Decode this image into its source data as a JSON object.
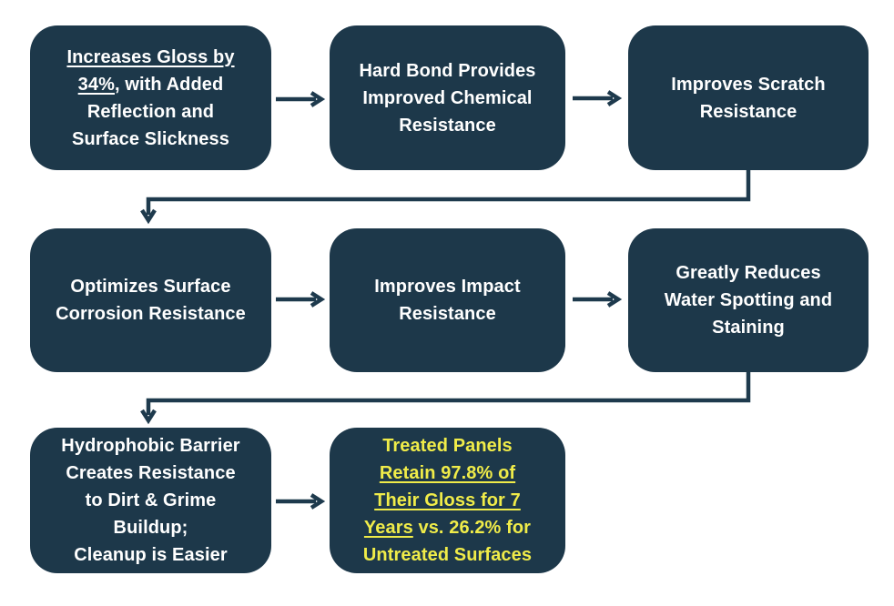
{
  "diagram": {
    "type": "flowchart",
    "colors": {
      "box_background": "#1d384a",
      "connector": "#1e3a4d",
      "text_white": "#ffffff",
      "text_yellow": "#f0ec49"
    },
    "boxes": [
      {
        "id": "increases-gloss",
        "lines": [
          [
            {
              "t": "Increases Gloss by",
              "u": true
            }
          ],
          [
            {
              "t": "34%",
              "u": true
            },
            {
              "t": ", with Added"
            }
          ],
          [
            {
              "t": "Reflection and"
            }
          ],
          [
            {
              "t": "Surface Slickness"
            }
          ]
        ]
      },
      {
        "id": "hard-bond",
        "lines": [
          [
            {
              "t": "Hard Bond Provides"
            }
          ],
          [
            {
              "t": "Improved Chemical"
            }
          ],
          [
            {
              "t": "Resistance"
            }
          ]
        ]
      },
      {
        "id": "scratch-resistance",
        "lines": [
          [
            {
              "t": "Improves Scratch"
            }
          ],
          [
            {
              "t": "Resistance"
            }
          ]
        ]
      },
      {
        "id": "corrosion-resistance",
        "lines": [
          [
            {
              "t": "Optimizes Surface"
            }
          ],
          [
            {
              "t": "Corrosion Resistance"
            }
          ]
        ]
      },
      {
        "id": "impact-resistance",
        "lines": [
          [
            {
              "t": "Improves Impact"
            }
          ],
          [
            {
              "t": "Resistance"
            }
          ]
        ]
      },
      {
        "id": "water-spotting",
        "lines": [
          [
            {
              "t": "Greatly Reduces"
            }
          ],
          [
            {
              "t": "Water Spotting and"
            }
          ],
          [
            {
              "t": "Staining"
            }
          ]
        ]
      },
      {
        "id": "hydrophobic-barrier",
        "lines": [
          [
            {
              "t": "Hydrophobic Barrier"
            }
          ],
          [
            {
              "t": "Creates Resistance"
            }
          ],
          [
            {
              "t": "to Dirt & Grime"
            }
          ],
          [
            {
              "t": "Buildup;"
            }
          ],
          [
            {
              "t": "Cleanup is Easier"
            }
          ]
        ]
      },
      {
        "id": "gloss-retention",
        "yellow": true,
        "lines": [
          [
            {
              "t": "Treated Panels"
            }
          ],
          [
            {
              "t": "Retain 97.8% of",
              "u": true
            }
          ],
          [
            {
              "t": "Their Gloss for 7",
              "u": true
            }
          ],
          [
            {
              "t": "Years",
              "u": true
            },
            {
              "t": " vs. 26.2% for"
            }
          ],
          [
            {
              "t": "Untreated Surfaces"
            }
          ]
        ]
      }
    ],
    "connectors": [
      {
        "from": "increases-gloss",
        "to": "hard-bond"
      },
      {
        "from": "hard-bond",
        "to": "scratch-resistance"
      },
      {
        "from": "scratch-resistance",
        "to": "corrosion-resistance"
      },
      {
        "from": "corrosion-resistance",
        "to": "impact-resistance"
      },
      {
        "from": "impact-resistance",
        "to": "water-spotting"
      },
      {
        "from": "water-spotting",
        "to": "hydrophobic-barrier"
      },
      {
        "from": "hydrophobic-barrier",
        "to": "gloss-retention"
      }
    ]
  }
}
